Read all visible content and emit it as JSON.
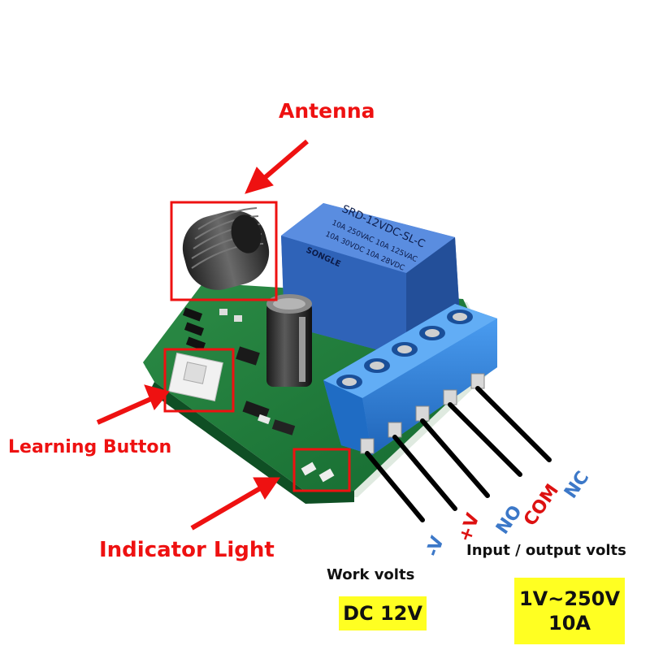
{
  "callouts": {
    "antenna": "Antenna",
    "learning_button": "Learning Button",
    "indicator_light": "Indicator Light"
  },
  "terminals": {
    "minus_v": "-V",
    "plus_v": "+V",
    "no": "NO",
    "com": "COM",
    "nc": "NC"
  },
  "specs": {
    "work_volts_label": "Work volts",
    "work_volts_value": "DC 12V",
    "io_volts_label": "Input / output volts",
    "io_volts_line1": "1V~250V",
    "io_volts_line2": "10A"
  },
  "relay_print": {
    "brand": "SONGLE",
    "model": "SRD-12VDC-SL-C",
    "rating1": "10A 250VAC 10A 125VAC",
    "rating2": "10A 30VDC 10A 28VDC"
  },
  "colors": {
    "callout": "#ee1111",
    "terminal_blue": "#3c78c8",
    "terminal_red": "#dd1111",
    "highlight": "#ffff22",
    "pcb": "#1f7a3a",
    "relay": "#3a6fc4",
    "terminal_block": "#2f7fd6"
  }
}
